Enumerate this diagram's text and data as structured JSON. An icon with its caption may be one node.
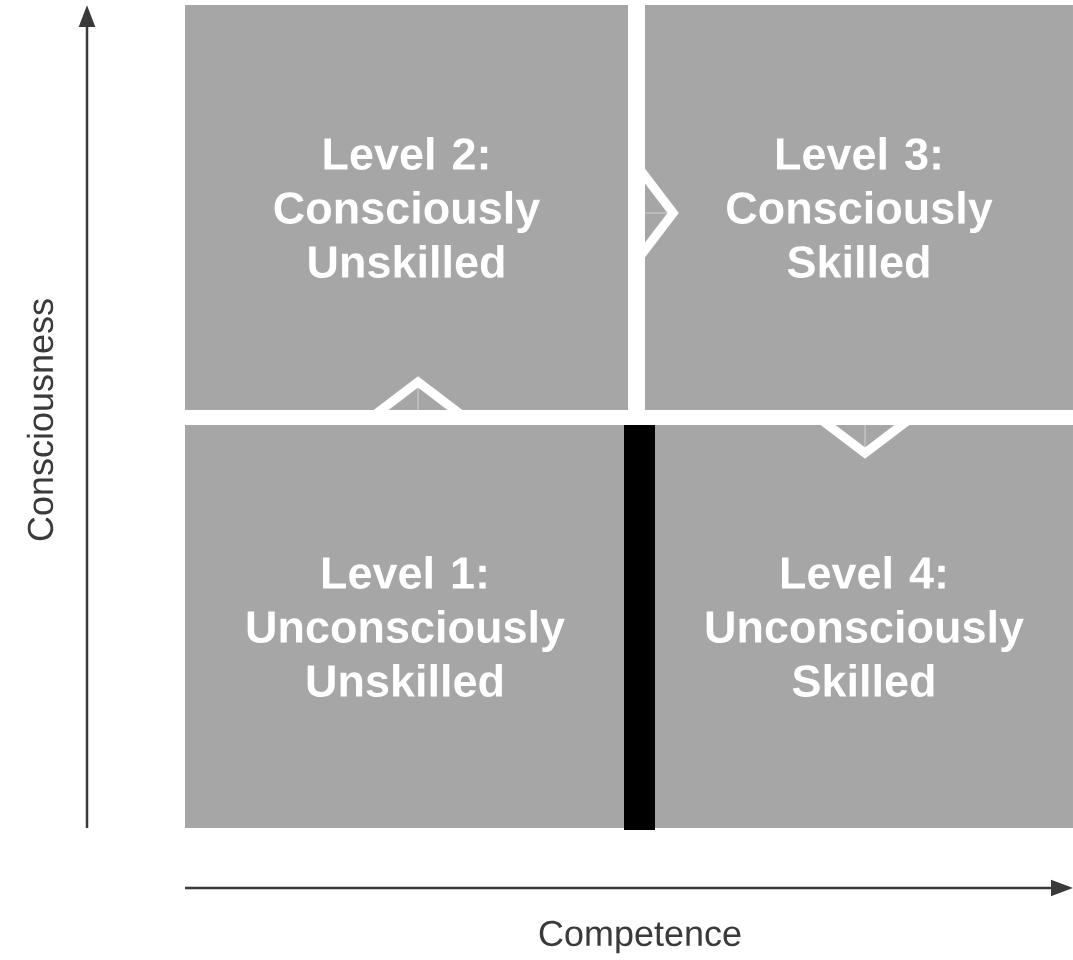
{
  "diagram": {
    "nodes": [
      {
        "text": [
          "Level 2:",
          "Consciously Unskilled"
        ]
      },
      {
        "text": [
          "Level 3:",
          "Consciously Skilled"
        ]
      },
      {
        "text": [
          "Level 1:",
          "Unconsciously Unskilled"
        ]
      },
      {
        "text": [
          "Level 4:",
          "Unconsciously Skilled"
        ]
      },
      {
        "text": [],
        "shape": "bar"
      }
    ],
    "edges": [
      {
        "from": 2,
        "to": 0,
        "arrow": "to"
      },
      {
        "from": 0,
        "to": 1,
        "arrow": "to"
      },
      {
        "from": 1,
        "to": 3,
        "arrow": "to"
      }
    ],
    "labels": [
      "Consciousness",
      "Competence"
    ]
  }
}
